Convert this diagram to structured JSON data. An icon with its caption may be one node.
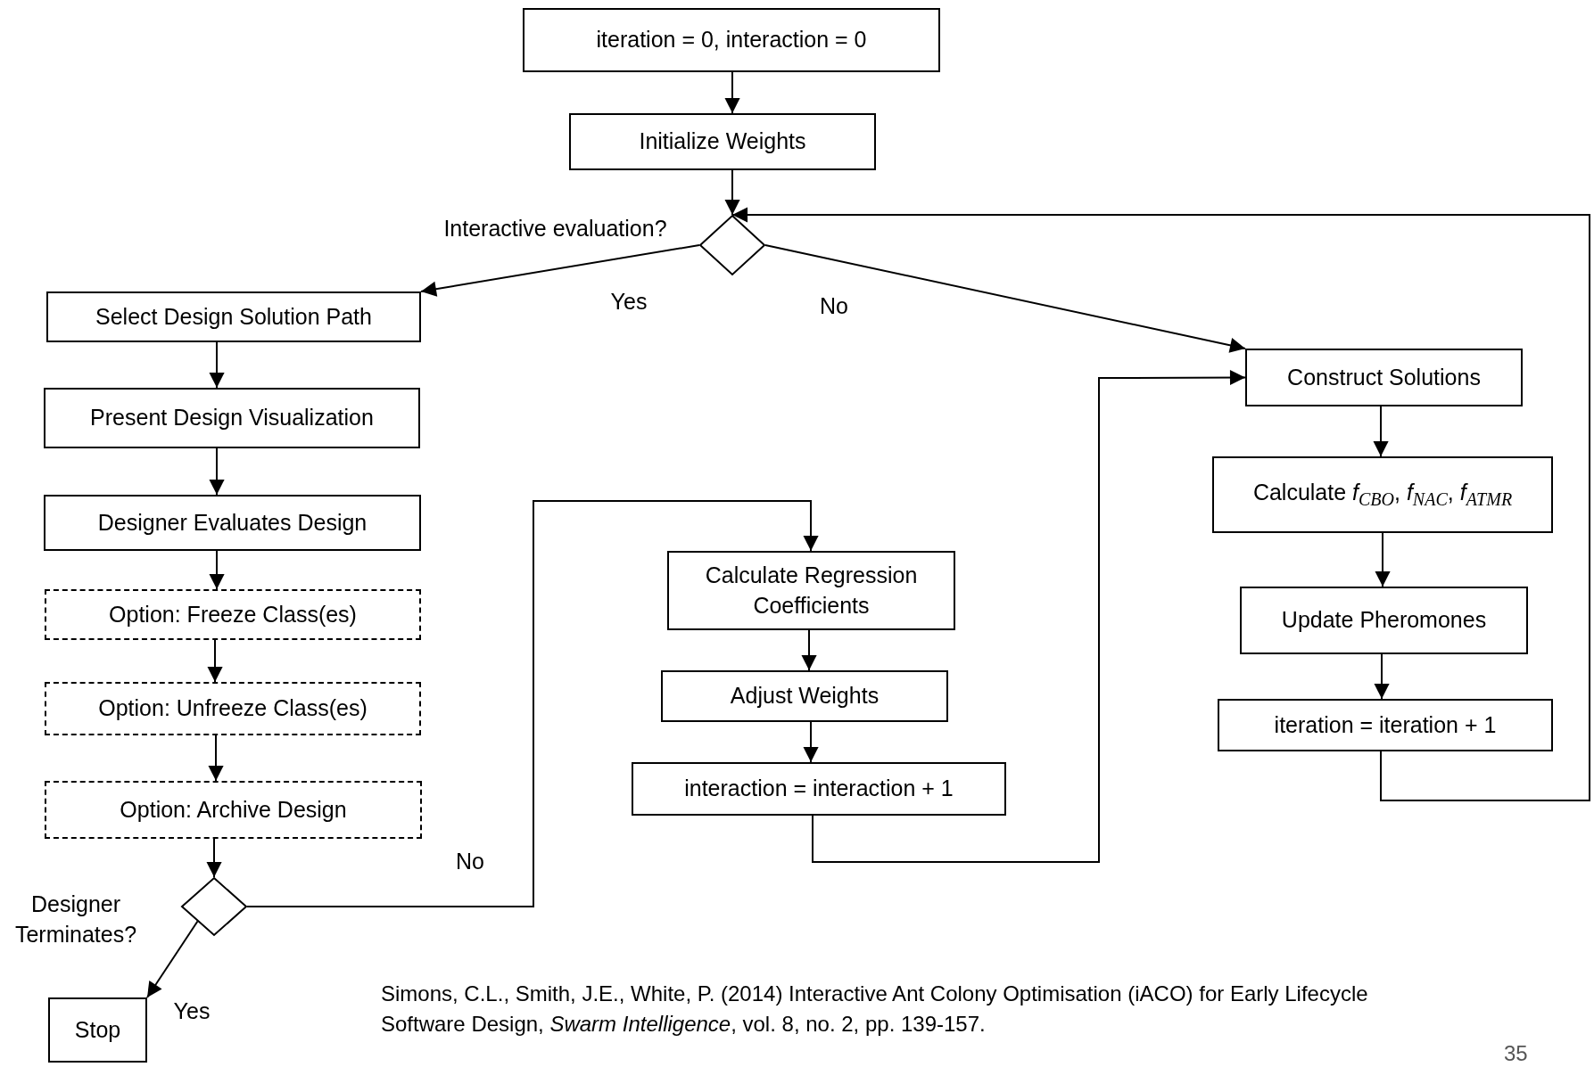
{
  "diagram": {
    "nodes": [
      {
        "text": [
          "iteration = 0, interaction = 0"
        ]
      },
      {
        "text": [
          "Initialize Weights"
        ]
      },
      {
        "text": [
          "Interactive evaluation?"
        ]
      },
      {
        "text": [
          "Select Design Solution Path"
        ]
      },
      {
        "text": [
          "Present Design Visualization"
        ]
      },
      {
        "text": [
          "Designer Evaluates Design"
        ]
      },
      {
        "text": [
          "Option: Freeze Class(es)"
        ]
      },
      {
        "text": [
          "Option: Unfreeze Class(es)"
        ]
      },
      {
        "text": [
          "Option: Archive Design"
        ]
      },
      {
        "text": [
          "Designer Terminates?"
        ]
      },
      {
        "text": [
          "Stop"
        ]
      },
      {
        "text": [
          "Calculate Regression Coefficients"
        ]
      },
      {
        "text": [
          "Adjust Weights"
        ]
      },
      {
        "text": [
          "interaction = interaction + 1"
        ]
      },
      {
        "text": [
          "Construct Solutions"
        ]
      },
      {
        "text": [
          "Calculate *f*$_{CBO}$, *f*$_{NAC}$, *f*$_{ATMR}$"
        ]
      },
      {
        "text": [
          "Update Pheromones"
        ]
      },
      {
        "text": [
          "iteration = iteration + 1"
        ]
      }
    ],
    "edges": [
      {
        "from": 0,
        "to": 1,
        "arrow": "to"
      },
      {
        "from": 1,
        "to": 2,
        "arrow": "to"
      },
      {
        "from": 2,
        "to": 3,
        "arrow": "to",
        "label": "Yes"
      },
      {
        "from": 2,
        "to": 14,
        "arrow": "to",
        "label": "No"
      },
      {
        "from": 3,
        "to": 4,
        "arrow": "to"
      },
      {
        "from": 4,
        "to": 5,
        "arrow": "to"
      },
      {
        "from": 5,
        "to": 6,
        "arrow": "to"
      },
      {
        "from": 6,
        "to": 7,
        "arrow": "to"
      },
      {
        "from": 7,
        "to": 8,
        "arrow": "to"
      },
      {
        "from": 8,
        "to": 9,
        "arrow": "to"
      },
      {
        "from": 9,
        "to": 10,
        "arrow": "to",
        "label": "Yes"
      },
      {
        "from": 9,
        "to": 11,
        "arrow": "to",
        "label": "No"
      },
      {
        "from": 11,
        "to": 12,
        "arrow": "to"
      },
      {
        "from": 12,
        "to": 13,
        "arrow": "to"
      },
      {
        "from": 13,
        "to": 14,
        "arrow": "to"
      },
      {
        "from": 14,
        "to": 15,
        "arrow": "to"
      },
      {
        "from": 15,
        "to": 16,
        "arrow": "to"
      },
      {
        "from": 16,
        "to": 17,
        "arrow": "to"
      },
      {
        "from": 17,
        "to": 2,
        "arrow": "to"
      }
    ],
    "labels": [
      "Simons, C.L., Smith, J.E., White, P. (2014) Interactive Ant Colony Optimisation (iACO) for Early Lifecycle Software Design, *Swarm Intelligence*,  vol. 8, no. 2, pp. 139-157.",
      "35"
    ]
  }
}
